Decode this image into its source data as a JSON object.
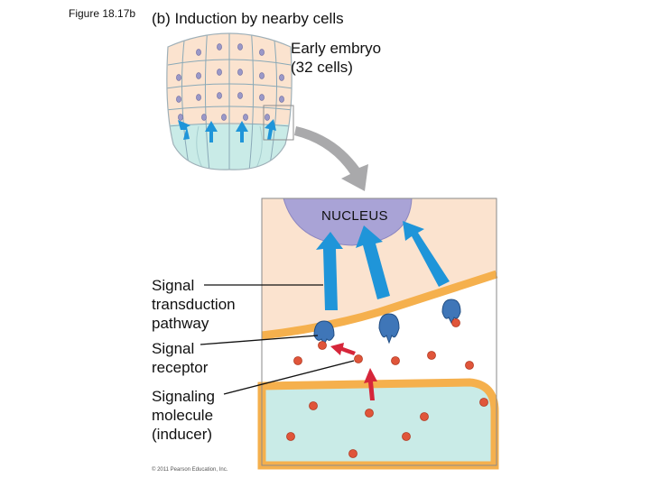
{
  "figure_label": "Figure 18.17b",
  "panel_title": "(b) Induction by nearby cells",
  "embryo_caption": {
    "line1": "Early embryo",
    "line2": "(32 cells)"
  },
  "nucleus_label": "NUCLEUS",
  "labels": {
    "signal_transduction": {
      "line1": "Signal",
      "line2": "transduction",
      "line3": "pathway"
    },
    "signal_receptor": {
      "line1": "Signal",
      "line2": "receptor"
    },
    "signaling_molecule": {
      "line1": "Signaling",
      "line2": "molecule",
      "line3": "(inducer)"
    }
  },
  "copyright": "© 2011 Pearson Education, Inc.",
  "colors": {
    "cell_fill": "#fbe3cf",
    "membrane": "#f5b04d",
    "nucleus": "#a9a3d6",
    "blue_cells": "#c9ebe7",
    "arrow_blue": "#1f95d9",
    "receptor": "#3f76b8",
    "molecule": "#e0553a",
    "red_arrow": "#d6263a",
    "gray_arrow": "#a9a9ab"
  }
}
